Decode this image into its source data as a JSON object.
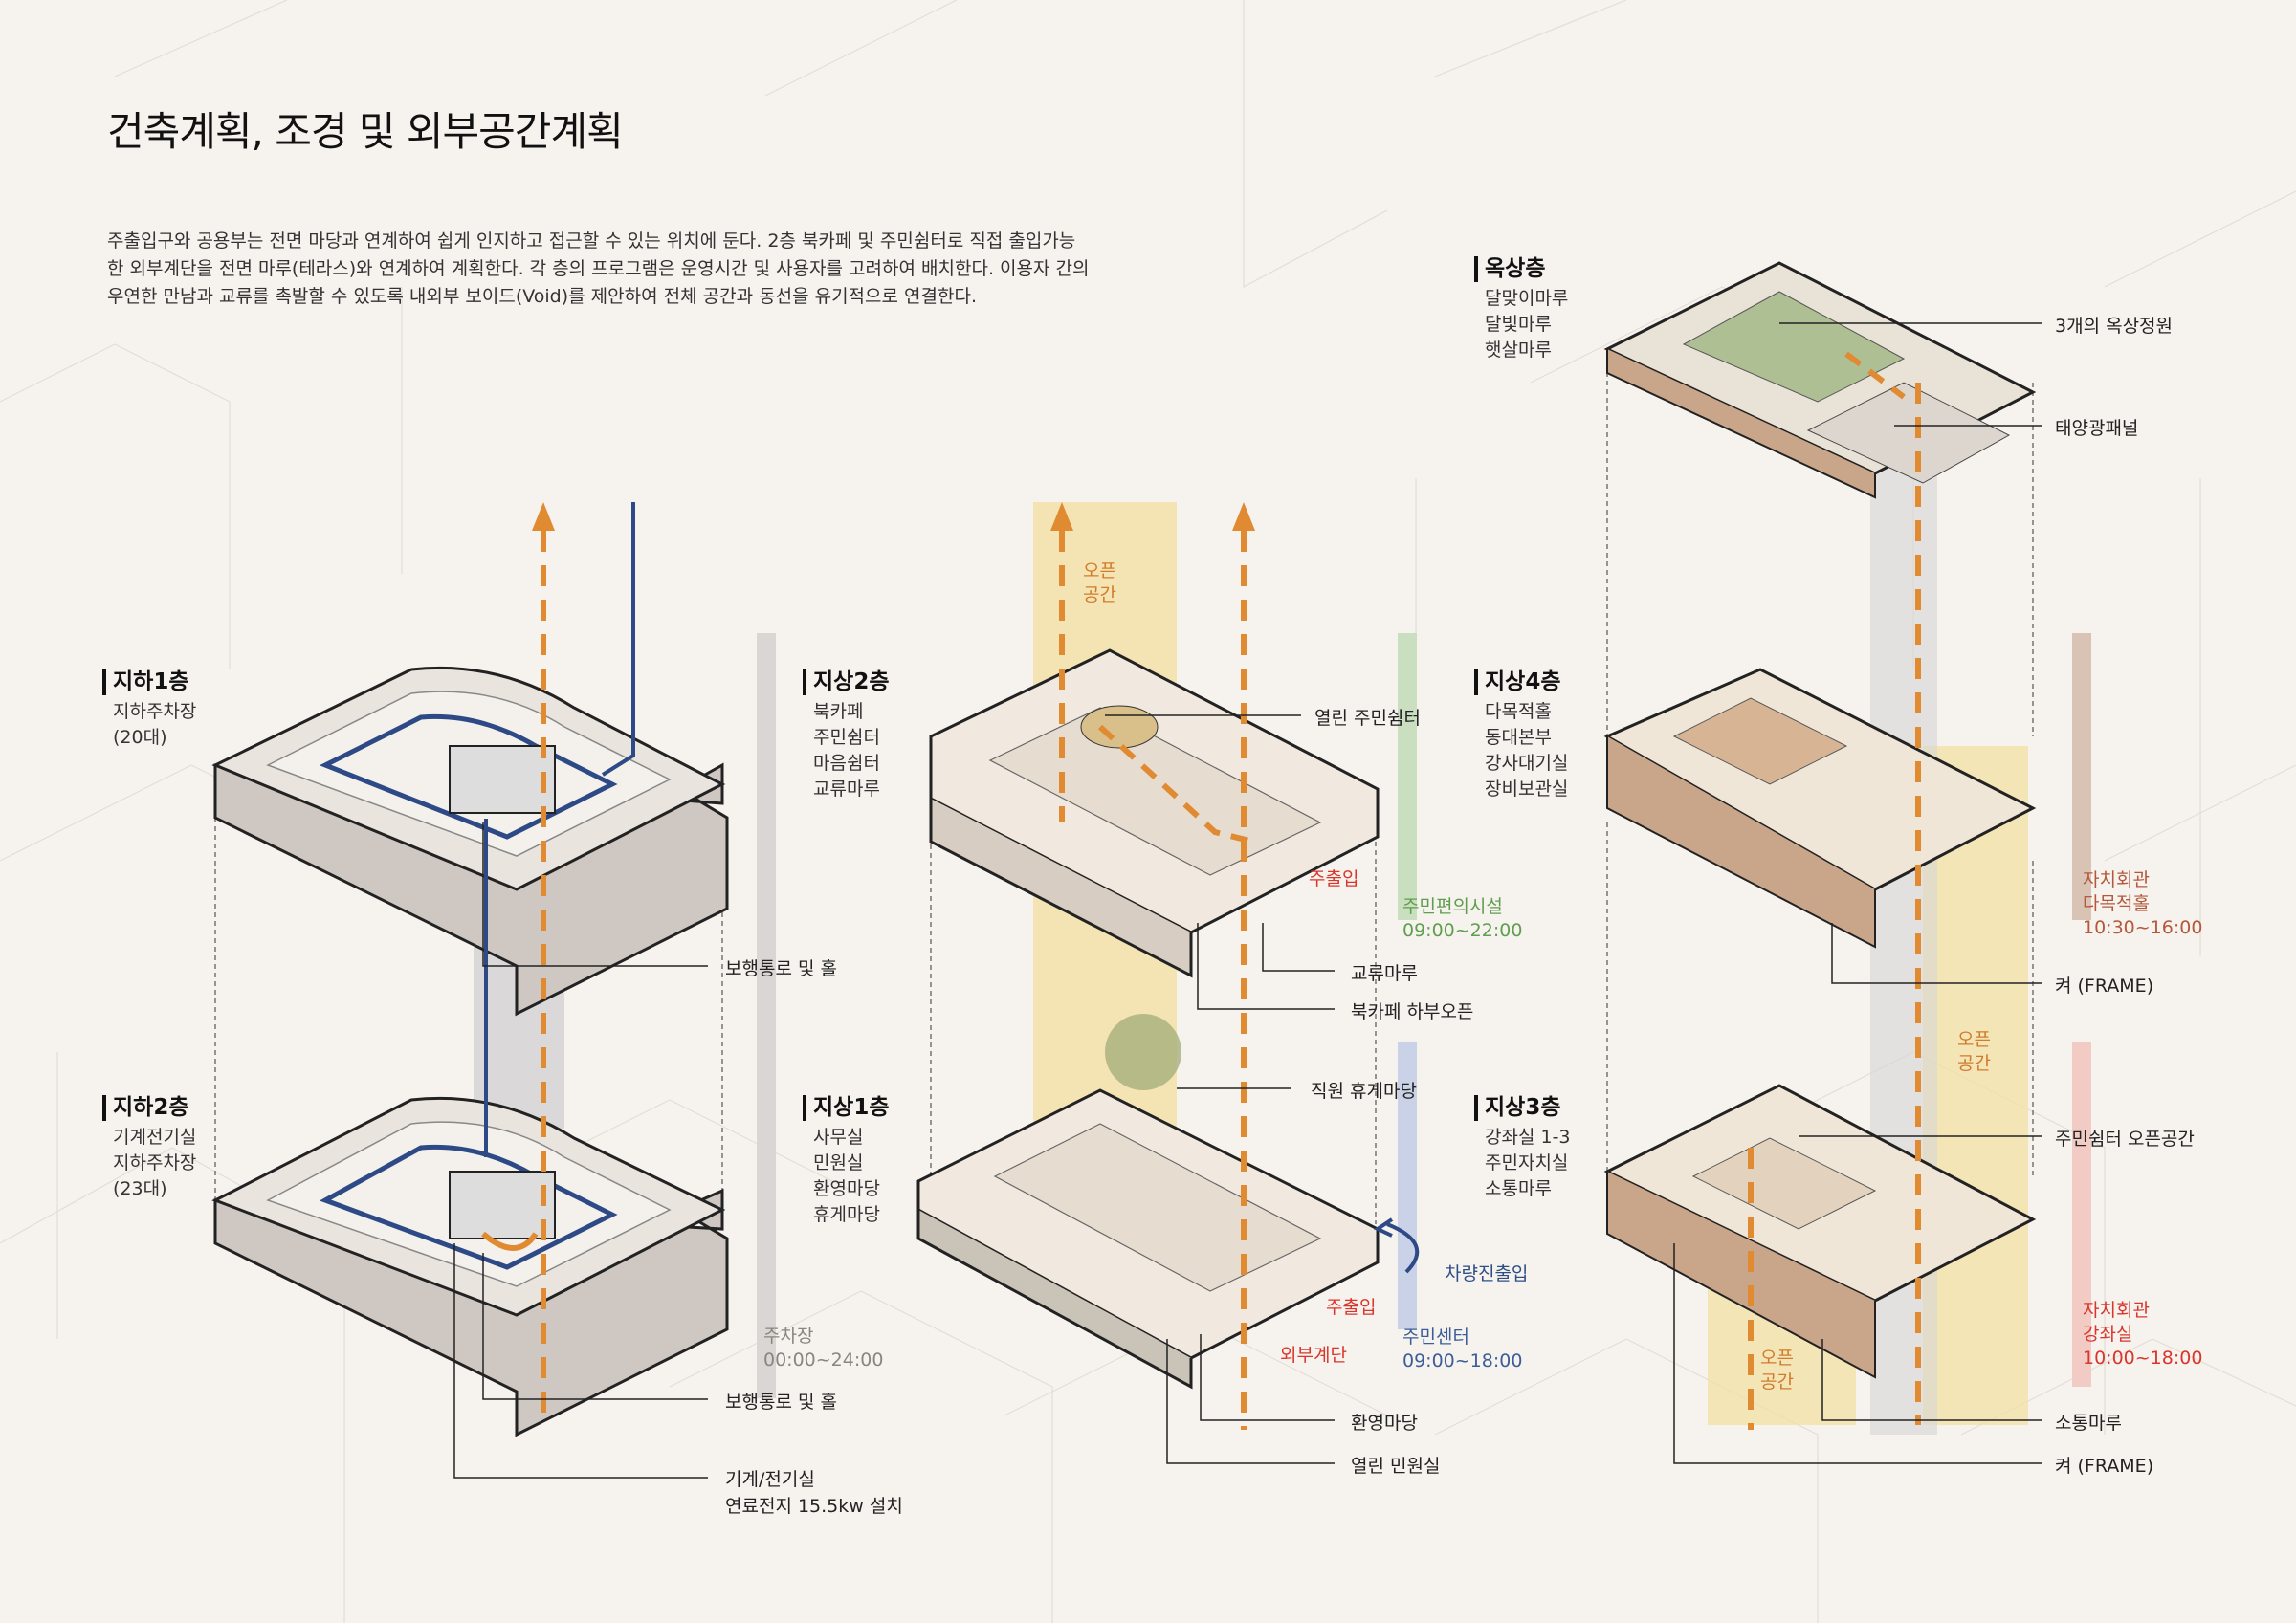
{
  "title": "건축계획, 조경 및 외부공간계획",
  "intro": [
    "주출입구와 공용부는 전면 마당과 연계하여 쉽게 인지하고 접근할 수 있는 위치에 둔다. 2층 북카페 및 주민쉼터로 직접 출입가능",
    "한 외부계단을 전면 마루(테라스)와 연계하여 계획한다. 각 층의 프로그램은 운영시간 및 사용자를 고려하여 배치한다. 이용자 간의",
    "우연한 만남과 교류를 촉발할 수 있도록 내외부 보이드(Void)를 제안하여 전체 공간과 동선을 유기적으로 연결한다."
  ],
  "floors": {
    "b1": {
      "name": "지하1층",
      "rooms": [
        "지하주차장",
        "(20대)"
      ]
    },
    "b2": {
      "name": "지하2층",
      "rooms": [
        "기계전기실",
        "지하주차장",
        "(23대)"
      ]
    },
    "f1": {
      "name": "지상1층",
      "rooms": [
        "사무실",
        "민원실",
        "환영마당",
        "휴게마당"
      ]
    },
    "f2": {
      "name": "지상2층",
      "rooms": [
        "북카페",
        "주민쉼터",
        "마음쉼터",
        "교류마루"
      ]
    },
    "f3": {
      "name": "지상3층",
      "rooms": [
        "강좌실 1-3",
        "주민자치실",
        "소통마루"
      ]
    },
    "f4": {
      "name": "지상4층",
      "rooms": [
        "다목적홀",
        "동대본부",
        "강사대기실",
        "장비보관실"
      ]
    },
    "roof": {
      "name": "옥상층",
      "rooms": [
        "달맞이마루",
        "달빛마루",
        "햇살마루"
      ]
    }
  },
  "callouts": {
    "walkway_b1": "보행통로 및 홀",
    "walkway_b2": "보행통로 및 홀",
    "mech_room": "기계/전기실",
    "fuel_cell": "연료전지 15.5kw 설치",
    "open_shelter": "열린 주민쉼터",
    "exchange_maru": "교류마루",
    "bookcafe_open": "북카페 하부오픈",
    "staff_yard": "직원 휴게마당",
    "welcome_yard": "환영마당",
    "open_civil": "열린 민원실",
    "roof_garden": "3개의 옥상정원",
    "solar_panel": "태양광패널",
    "frame_f4": "켜 (FRAME)",
    "shelter_open_f3": "주민쉼터 오픈공간",
    "communication_maru": "소통마루",
    "frame_f3": "켜 (FRAME)"
  },
  "hours": {
    "parking": {
      "name": "주차장",
      "time": "00:00~24:00",
      "color": "#8a8580"
    },
    "convenience": {
      "name": "주민편의시설",
      "time": "09:00~22:00",
      "color": "#5e9e4e"
    },
    "center": {
      "name": "주민센터",
      "time": "09:00~18:00",
      "color": "#3c5d98"
    },
    "council_hall": {
      "name": "자치회관",
      "sub": "다목적홀",
      "time": "10:30~16:00",
      "color": "#b5583a"
    },
    "council_class": {
      "name": "자치회관",
      "sub": "강좌실",
      "time": "10:00~18:00",
      "color": "#d9362c"
    }
  },
  "open_space": {
    "line1": "오픈",
    "line2": "공간"
  },
  "entrances": {
    "main_f2": "주출입",
    "main_f1": "주출입",
    "stair": "외부계단",
    "vehicle": "차량진출입"
  },
  "colors": {
    "orange": "#e08a32",
    "navy": "#2e4a86",
    "yellow_band": "#f3dfa0",
    "grey_band": "#d7d5d6",
    "green_band": "#c9dfc0",
    "blue_band": "#c9d2e6",
    "tan_band": "#d8c3b4",
    "pink_band": "#f2cbc4"
  }
}
